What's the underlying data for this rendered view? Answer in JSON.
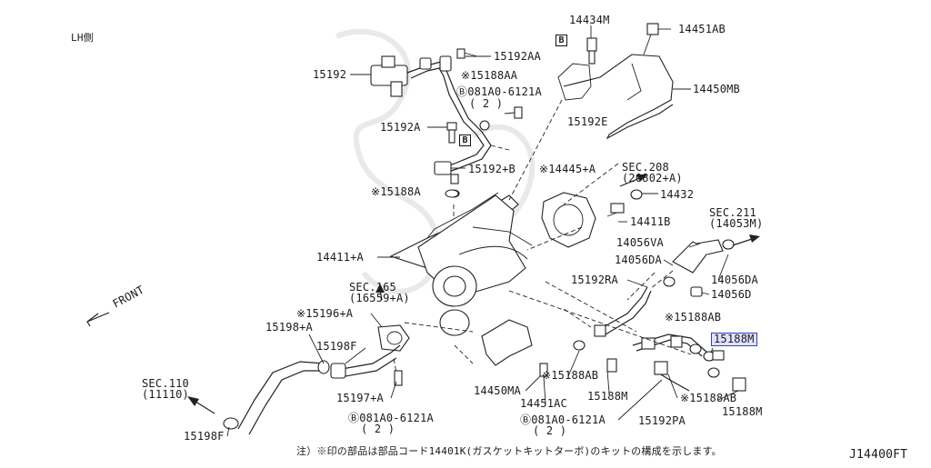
{
  "header_note": "LH側",
  "drawing_id": "J14400FT",
  "footer_note": "注）※印の部品は部品コード14401K(ガスケットキットターボ)のキットの構成を示します。",
  "front_label": "FRONT",
  "ref_box": "B",
  "labels": {
    "p14434M": "14434M",
    "p14451AB": "14451AB",
    "p15192AA": "15192AA",
    "p15188AA": "※15188AA",
    "p15192": "15192",
    "p081A0_top": "Ⓑ081A0-6121A",
    "p081A0_top_qty": "( 2 )",
    "p14450MB": "14450MB",
    "p15192E": "15192E",
    "p15192A": "15192A",
    "p15192B": "15192+B",
    "p14445A": "※14445+A",
    "sec208": "SEC.208",
    "sec208_sub": "(20802+A)",
    "p15188A": "※15188A",
    "p14432": "14432",
    "p14411B": "14411B",
    "sec211": "SEC.211",
    "sec211_sub": "(14053M)",
    "p14056VA": "14056VA",
    "p14056DA_l": "14056DA",
    "p14411A": "14411+A",
    "p14056DA_r": "14056DA",
    "p14056D": "14056D",
    "p15192RA": "15192RA",
    "sec165": "SEC.165",
    "sec165_sub": "(16559+A)",
    "p15196A": "※15196+A",
    "p15188AB_top": "※15188AB",
    "p15188M_hl": "15188M",
    "p15198A": "15198+A",
    "p15198F_top": "15198F",
    "p15188AB_mid": "※15188AB",
    "p14450MA": "14450MA",
    "p15188M_mid": "15188M",
    "p15188AB_r": "※15188AB",
    "p15197A": "15197+A",
    "sec110": "SEC.110",
    "sec110_sub": "(11110)",
    "p14451AC": "14451AC",
    "p15188M_r": "15188M",
    "p081A0_bl": "Ⓑ081A0-6121A",
    "p081A0_bl_qty": "( 2 )",
    "p081A0_bc": "Ⓑ081A0-6121A",
    "p081A0_bc_qty": "( 2 )",
    "p15192PA": "15192PA",
    "p15198F_bot": "15198F"
  },
  "colors": {
    "highlight_fill": "#e0e2ff",
    "highlight_border": "#3a3fb0",
    "line": "#222222"
  }
}
